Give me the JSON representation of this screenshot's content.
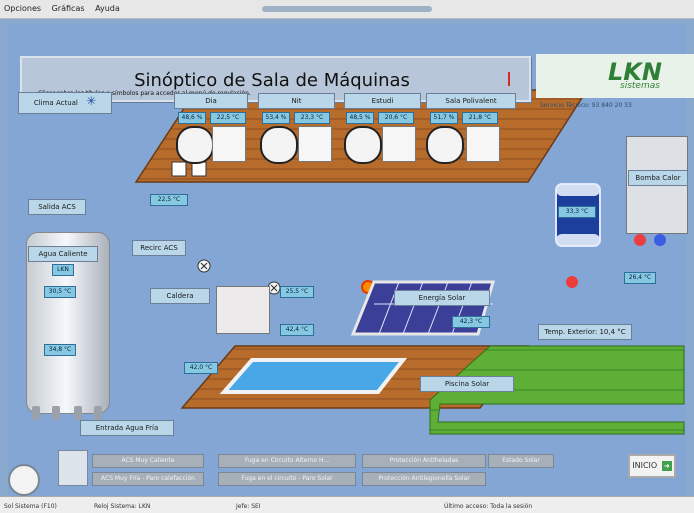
{
  "menubar": {
    "items": [
      "Opciones",
      "Gráficas",
      "Ayuda"
    ]
  },
  "header": {
    "instruction": "Clicar sobre los títulos o símbolos para acceder al menú de regulación.",
    "title": "Sinóptico de Sala de Máquinas"
  },
  "logo": {
    "text": "LKN",
    "sub": "sistemas",
    "service": "Servicio Técnico: 93 840 20 33"
  },
  "labels": {
    "clima": "Clima Actual",
    "salida_acs": "Salida ACS",
    "recirc_acs": "Recirc ACS",
    "agua_caliente": "Agua Caliente",
    "lkn_tank": "LKN",
    "caldera": "Caldera",
    "energia_solar": "Energía Solar",
    "piscina_solar": "Piscina Solar",
    "entrada_agua_fria": "Entrada Agua Fría",
    "bomba_calor": "Bomba Calor",
    "temp_exterior": "Temp. Exterior: 10,4 °C",
    "dia": "Dia",
    "nit": "Nit",
    "estudi": "Estudi",
    "sala_polivalent": "Sala Polivalent"
  },
  "values": {
    "dia_a": "48,6 %",
    "dia_b": "22,5 °C",
    "nit_a": "53,4 %",
    "nit_b": "23,3 °C",
    "estudi_a": "48,5 %",
    "estudi_b": "20,6 °C",
    "sala_a": "51,7 %",
    "sala_b": "21,8 °C",
    "acs_out": "22,5 °C",
    "tank_top": "30,5 °C",
    "tank_bottom": "34,8 °C",
    "bomba_temp": "26,4 °C",
    "tank_right": "33,3 °C",
    "mid_1": "25,5 °C",
    "mid_2": "42,4 °C",
    "solar_t": "42,3 °C",
    "pool_t": "42,0 °C"
  },
  "bottom_status": [
    "ACS Muy Caliente",
    "Fuga en Circuito Alterno H...",
    "Protección Antiheladas",
    "Estado Solar",
    "ACS Muy Fría - Paro calefacción",
    "Fuga en el circuito - Paro Solar",
    "Protección Antilegionella Solar"
  ],
  "inicio_button": {
    "label": "INICIO"
  },
  "footer_status": [
    "Sol Sistema (F10)",
    "Reloj Sistema: LKN",
    "Jefe: SEI",
    "Último acceso: Toda la sesión"
  ]
}
